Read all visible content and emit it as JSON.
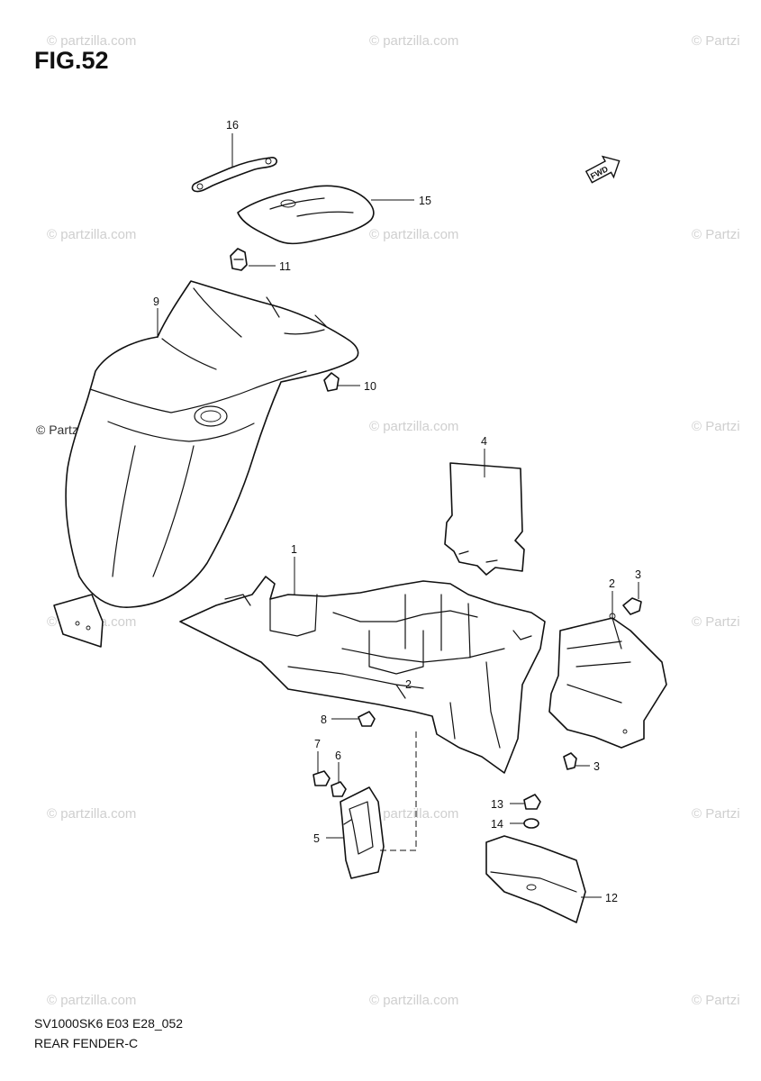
{
  "figure": {
    "title": "FIG.52",
    "code": "SV1000SK6 E03 E28_052",
    "name": "REAR FENDER-C"
  },
  "watermark": {
    "text": "© Partzilla.com",
    "text_alt": "© partzilla.com",
    "text_cut": "© Partzi",
    "color": "#cfcfcf"
  },
  "direction_arrow": {
    "label": "FWD"
  },
  "callouts": {
    "c1": "1",
    "c2a": "2",
    "c2b": "2",
    "c3a": "3",
    "c3b": "3",
    "c4": "4",
    "c5": "5",
    "c6": "6",
    "c7": "7",
    "c8": "8",
    "c9": "9",
    "c10": "10",
    "c11": "11",
    "c12": "12",
    "c13": "13",
    "c14": "14",
    "c15": "15",
    "c16": "16"
  }
}
